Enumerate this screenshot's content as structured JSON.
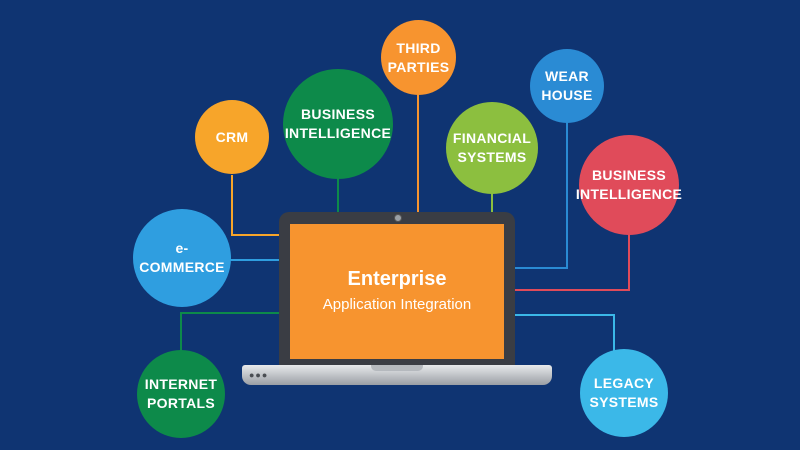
{
  "screen": {
    "title": "Enterprise",
    "subtitle": "Application Integration"
  },
  "nodes": [
    {
      "id": "crm",
      "label": [
        "CRM"
      ],
      "color": "#f7a52a"
    },
    {
      "id": "bi1",
      "label": [
        "BUSINESS",
        "INTELLIGENCE"
      ],
      "color": "#0d8a4a"
    },
    {
      "id": "third",
      "label": [
        "THIRD",
        "PARTIES"
      ],
      "color": "#f7942f"
    },
    {
      "id": "fin",
      "label": [
        "FINANCIAL",
        "SYSTEMS"
      ],
      "color": "#8cbf3f"
    },
    {
      "id": "wear",
      "label": [
        "WEAR",
        "HOUSE"
      ],
      "color": "#2a8bd4"
    },
    {
      "id": "bi2",
      "label": [
        "BUSINESS",
        "INTELLIGENCE"
      ],
      "color": "#e04b5a"
    },
    {
      "id": "ecom",
      "label": [
        "e-",
        "COMMERCE"
      ],
      "color": "#2f9ee0"
    },
    {
      "id": "portals",
      "label": [
        "INTERNET",
        "PORTALS"
      ],
      "color": "#0d8a4a"
    },
    {
      "id": "legacy",
      "label": [
        "LEGACY",
        "SYSTEMS"
      ],
      "color": "#3bb8e8"
    }
  ]
}
